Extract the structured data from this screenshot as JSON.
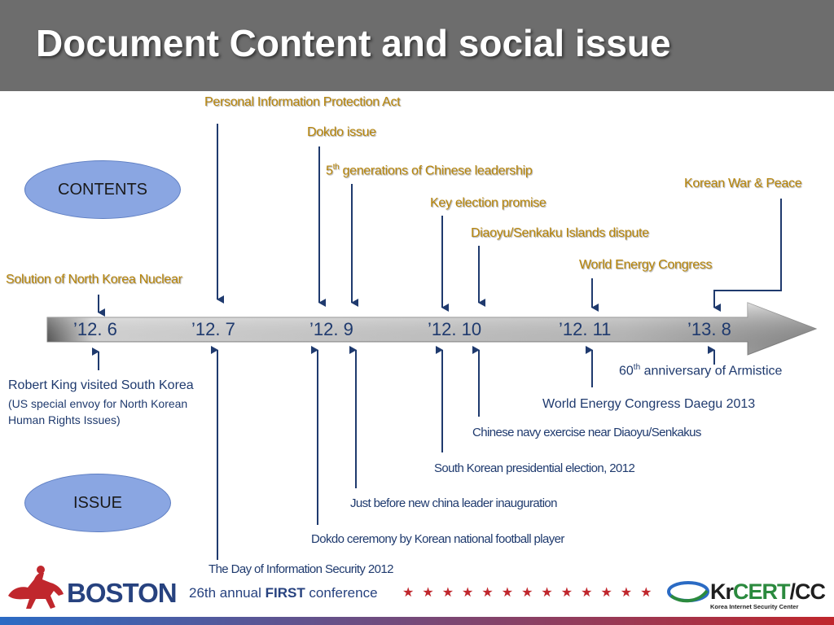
{
  "title": "Document Content and social issue",
  "ovals": {
    "contents": "CONTENTS",
    "issue": "ISSUE"
  },
  "timeline": {
    "dates": [
      "’12. 6",
      "’12. 7",
      "’12. 9",
      "’12. 10",
      "’12. 11",
      "’13. 8"
    ]
  },
  "contents_labels": {
    "pipa": "Personal Information Protection Act",
    "dokdo": "Dokdo  issue",
    "chinese_prefix": "5",
    "chinese_sup": "th",
    "chinese_rest": " generations of Chinese leadership",
    "key_election": "Key election promise",
    "diaoyu": "Diaoyu/Senkaku Islands dispute",
    "energy": "World Energy Congress",
    "korean_war": "Korean War & Peace",
    "north_korea": "Solution of North Korea Nuclear"
  },
  "issue_labels": {
    "robert_main": "Robert King visited South Korea",
    "robert_sub": "(US special envoy for North Korean Human Rights Issues)",
    "armistice_prefix": "60",
    "armistice_sup": "th",
    "armistice_rest": " anniversary of Armistice",
    "energy_daegu": "World Energy Congress Daegu 2013",
    "navy": "Chinese navy exercise near Diaoyu/Senkakus",
    "election": "South Korean presidential election, 2012",
    "china_leader": "Just before new china leader inauguration",
    "dokdo_ceremony": "Dokdo ceremony by Korean national football player",
    "security_day": "The Day of Information Security 2012"
  },
  "footer": {
    "boston": "BOSTON",
    "conf_prefix": "26th annual ",
    "conf_bold": "FIRST",
    "conf_suffix": " conference",
    "stars": "★★★★★★★★★★★★★",
    "logo_kr": "Kr",
    "logo_cert": "CERT",
    "logo_cc": "/CC",
    "logo_sub": "Korea Internet Security Center"
  },
  "colors": {
    "header": "#6d6d6d",
    "contents_text": "#b8860b",
    "issue_text": "#1f3a6e",
    "oval": "#8aa6e2",
    "arrow": "#1f3a6e"
  }
}
